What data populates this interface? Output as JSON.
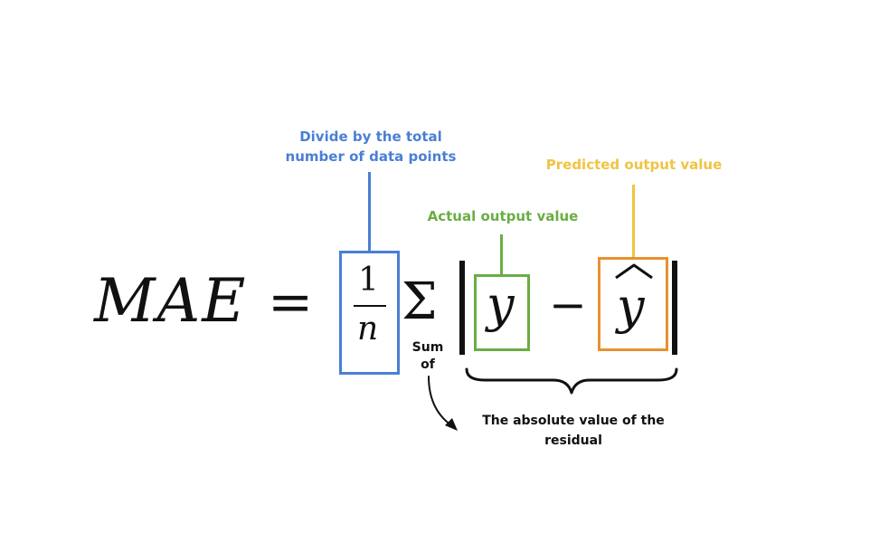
{
  "formula": {
    "lhs": "MAE",
    "equals": "=",
    "fraction_numerator": "1",
    "fraction_denominator": "n",
    "sum_symbol": "Σ",
    "actual_symbol": "y",
    "minus": "−",
    "predicted_symbol": "y",
    "hat": "^"
  },
  "annotations": {
    "divide_line1": "Divide by the total",
    "divide_line2": "number of data points",
    "predicted": "Predicted output value",
    "actual": "Actual output value",
    "sum_line1": "Sum",
    "sum_line2": "of",
    "residual_line1": "The absolute value of the",
    "residual_line2": "residual"
  },
  "colors": {
    "divide": "#4a7fd4",
    "actual": "#6aad45",
    "predicted_box": "#e8912f",
    "predicted_label": "#f0c443",
    "ink": "#111111"
  }
}
